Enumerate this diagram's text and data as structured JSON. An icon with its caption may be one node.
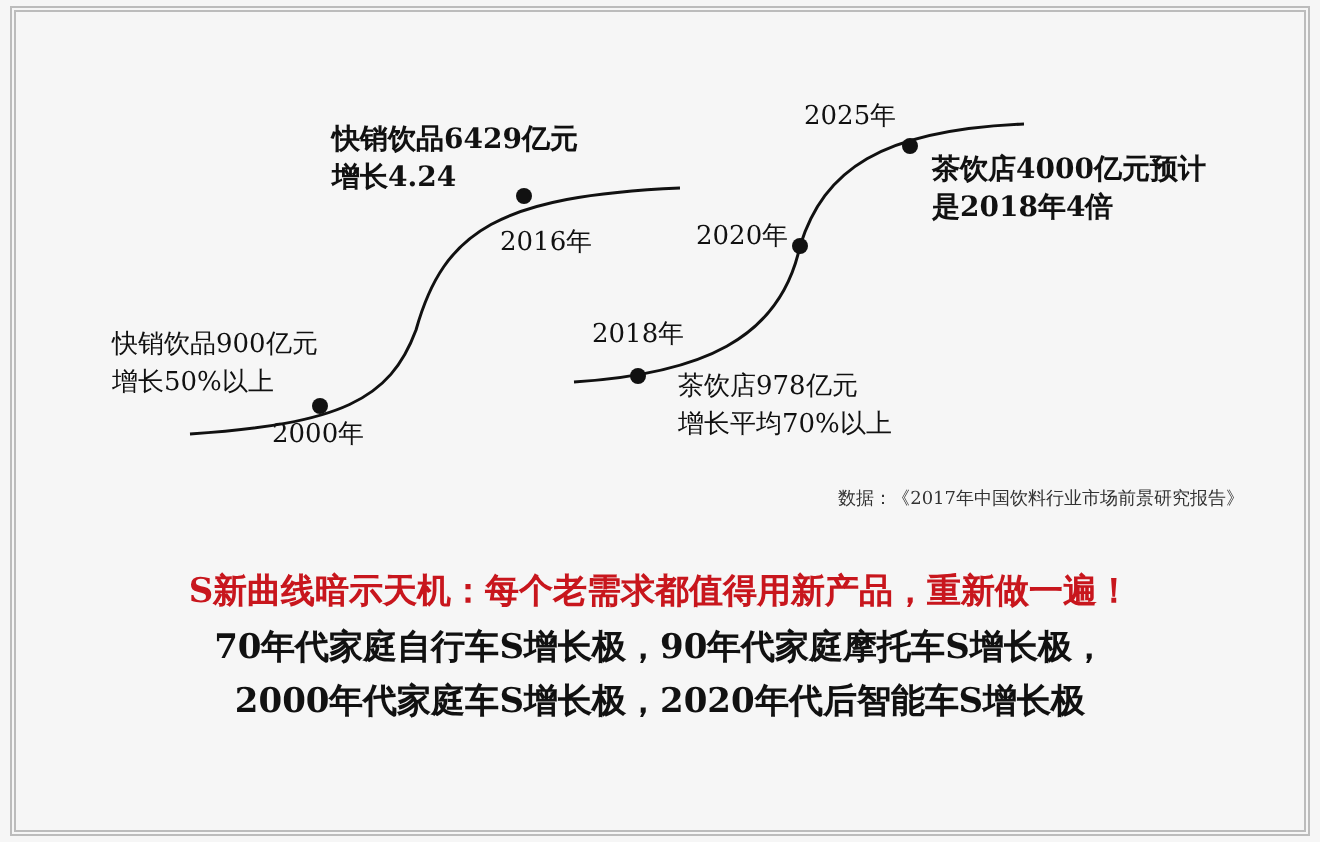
{
  "diagram": {
    "labels": [
      "快销饮品6429亿元",
      "增长4.24",
      "2025年",
      "茶饮店4000亿元预计",
      "是2018年4倍",
      "2016年",
      "2020年",
      "快销饮品900亿元",
      "增长50%以上",
      "2018年",
      "2000年",
      "茶饮店978亿元",
      "增长平均70%以上",
      "数据：《2017年中国饮料行业市场前景研究报告》",
      "S新曲线暗示天机：每个老需求都值得用新产品，重新做一遍！",
      "70年代家庭自行车S增长极，90年代家庭摩托车S增长极，",
      "2000年代家庭车S增长极，2020年代后智能车S增长极"
    ]
  }
}
